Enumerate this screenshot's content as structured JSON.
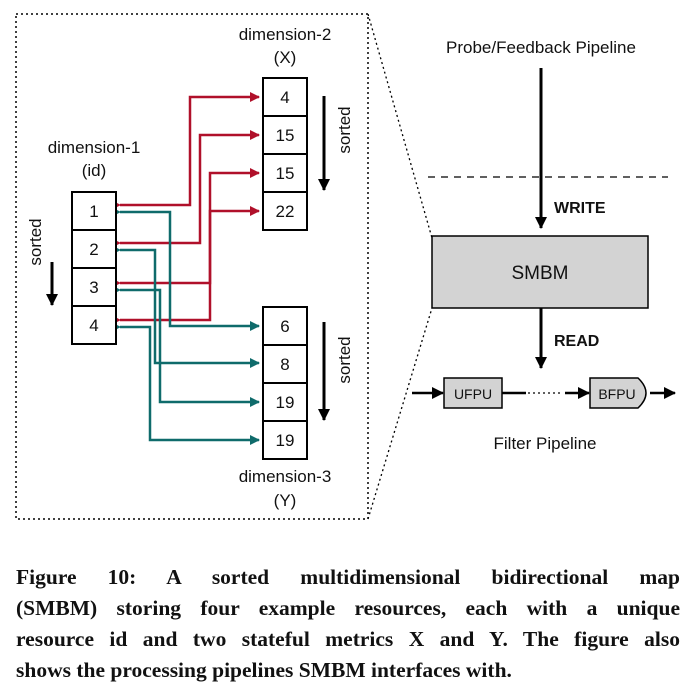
{
  "map": {
    "dimension1": {
      "title": "dimension-1",
      "subtitle": "(id)",
      "sorted_label": "sorted",
      "values": [
        "1",
        "2",
        "3",
        "4"
      ]
    },
    "dimension2": {
      "title": "dimension-2",
      "subtitle": "(X)",
      "sorted_label": "sorted",
      "values": [
        "4",
        "15",
        "15",
        "22"
      ]
    },
    "dimension3": {
      "title": "dimension-3",
      "subtitle": "(Y)",
      "sorted_label": "sorted",
      "values": [
        "6",
        "8",
        "19",
        "19"
      ]
    }
  },
  "pipeline": {
    "probe_label": "Probe/Feedback Pipeline",
    "write_label": "WRITE",
    "smbm_label": "SMBM",
    "read_label": "READ",
    "ufpu_label": "UFPU",
    "bfpu_label": "BFPU",
    "filter_label": "Filter Pipeline"
  },
  "colors": {
    "x_link": "#b0102a",
    "y_link": "#0f6b6b",
    "smbm_fill": "#d3d3d3"
  },
  "caption": {
    "lines": [
      "Figure 10: A sorted multidimensional bidirectional map",
      "(SMBM) storing four example resources, each with a unique",
      "resource id and two stateful metrics X and Y. The figure also",
      "shows the processing pipelines SMBM interfaces with."
    ]
  }
}
